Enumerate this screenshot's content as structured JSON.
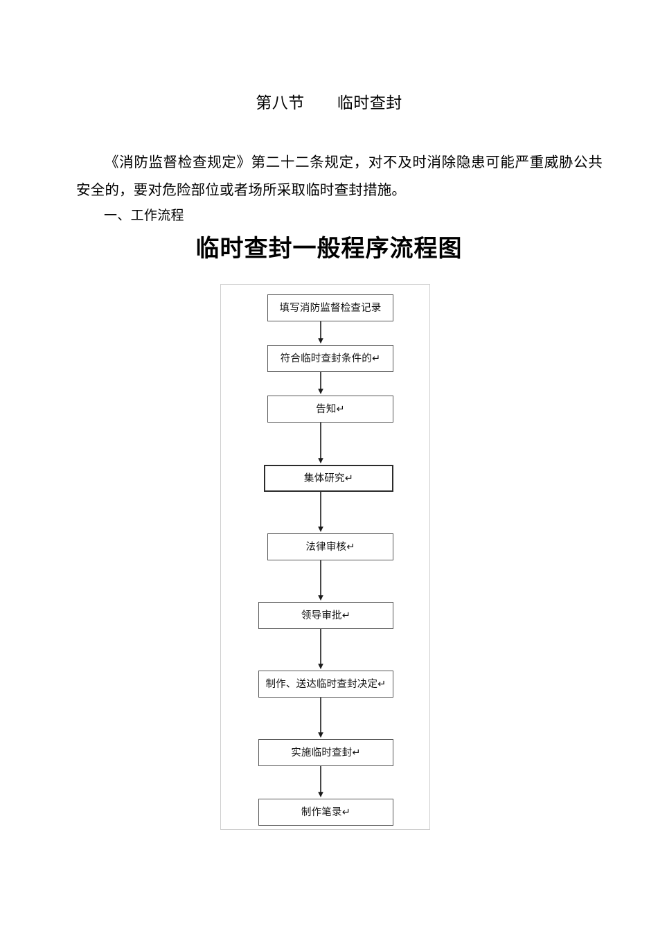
{
  "document": {
    "section_title": "第八节　　临时查封",
    "paragraph": "《消防监督检查规定》第二十二条规定，对不及时消除隐患可能严重威胁公共安全的，要对危险部位或者场所采取临时查封措施。",
    "list_heading": "一、工作流程",
    "flowchart_title": "临时查封一般程序流程图"
  },
  "flowchart": {
    "type": "flowchart",
    "orientation": "vertical",
    "border_color": "#cfcfcf",
    "node_border_color": "#555555",
    "emphasis_border_color": "#2b2b2b",
    "nodes": [
      {
        "id": "n1",
        "label": "填写消防监督检查记录",
        "emphasis": false
      },
      {
        "id": "n2",
        "label": "符合临时查封条件的↵",
        "emphasis": false
      },
      {
        "id": "n3",
        "label": "告知↵",
        "emphasis": false
      },
      {
        "id": "n4",
        "label": "集体研究↵",
        "emphasis": true
      },
      {
        "id": "n5",
        "label": "法律审核↵",
        "emphasis": false
      },
      {
        "id": "n6",
        "label": "领导审批↵",
        "emphasis": false
      },
      {
        "id": "n7",
        "label": "制作、送达临时查封决定↵",
        "emphasis": false
      },
      {
        "id": "n8",
        "label": "实施临时查封↵",
        "emphasis": false
      },
      {
        "id": "n9",
        "label": "制作笔录↵",
        "emphasis": false
      }
    ],
    "edges": [
      {
        "from": "n1",
        "to": "n2"
      },
      {
        "from": "n2",
        "to": "n3"
      },
      {
        "from": "n3",
        "to": "n4"
      },
      {
        "from": "n4",
        "to": "n5"
      },
      {
        "from": "n5",
        "to": "n6"
      },
      {
        "from": "n6",
        "to": "n7"
      },
      {
        "from": "n7",
        "to": "n8"
      },
      {
        "from": "n8",
        "to": "n9"
      }
    ]
  }
}
